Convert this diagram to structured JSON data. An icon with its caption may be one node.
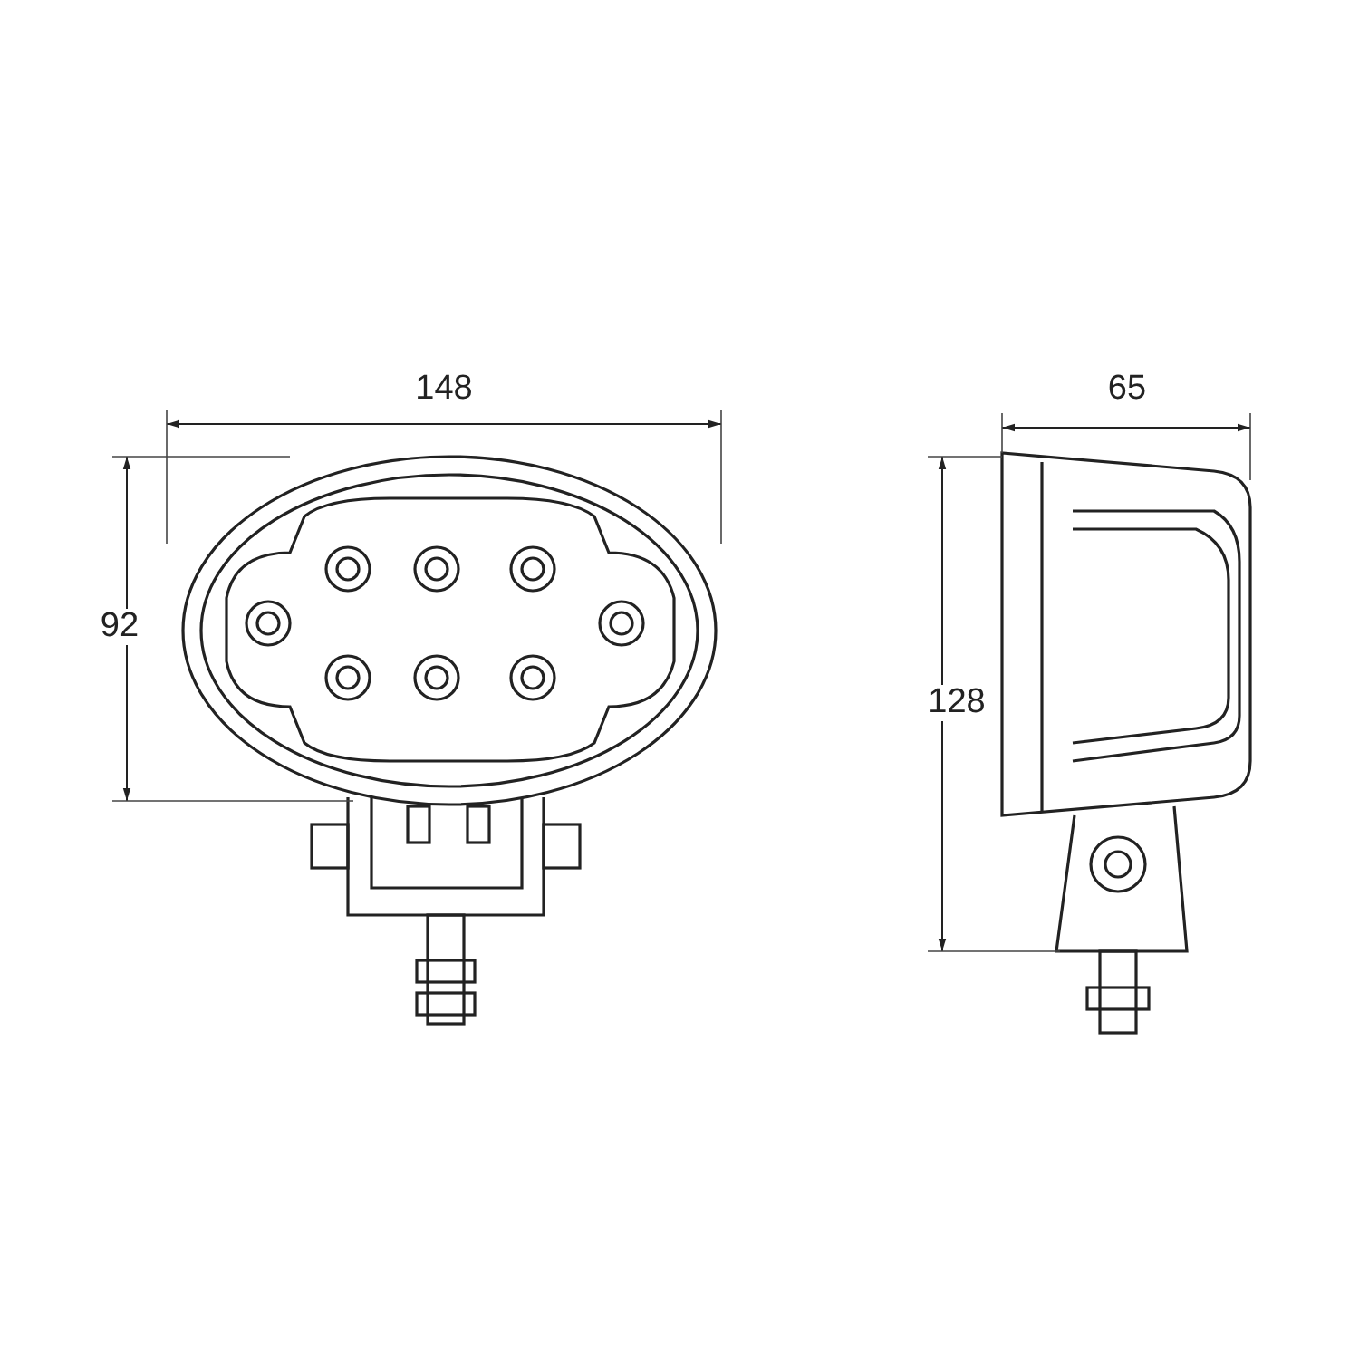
{
  "diagram": {
    "labels": [
      "148",
      "92",
      "65",
      "128"
    ]
  }
}
